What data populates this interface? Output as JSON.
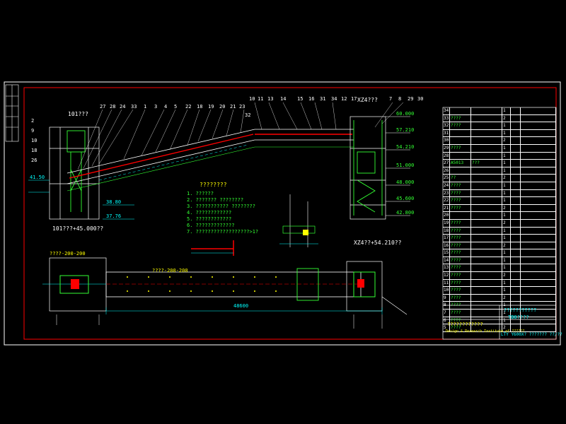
{
  "views": {
    "elevation_title": "101???",
    "plan_title": "101???+45.000??",
    "section_a_title": "XZ4???",
    "section_b_title": "XZ4??+54.210??"
  },
  "part_numbers": {
    "elevation_top": [
      "10",
      "11",
      "13",
      "14",
      "15",
      "16",
      "31",
      "34",
      "12",
      "17",
      "7",
      "8",
      "29",
      "30"
    ],
    "elevation_left_upper": [
      "27",
      "28",
      "24",
      "33",
      "1",
      "3",
      "4",
      "5",
      "22",
      "18",
      "19",
      "20",
      "21",
      "23",
      "32"
    ],
    "elevation_left_side": [
      "2",
      "9",
      "10",
      "18",
      "26"
    ]
  },
  "levels": {
    "left": [
      "41.50",
      "38.80",
      "37.76"
    ],
    "right": [
      "60.000",
      "57.210",
      "54.210",
      "51.000",
      "48.000",
      "45.600",
      "42.800"
    ]
  },
  "notes_title": "????????",
  "notes": [
    "1. ??????",
    "2. ???????  ????????",
    "3. ???????????  ????????",
    "4. ????????????",
    "5. ????????????",
    "6. ?????????????",
    "7. ??????????????????>1?"
  ],
  "dims": {
    "plan_total": "48600",
    "plan_left": "????-200-200",
    "plan_right": "????-200-200"
  },
  "bom_rows": [
    [
      "34",
      "",
      "",
      "1",
      "",
      "",
      ""
    ],
    [
      "33",
      "????",
      "",
      "2",
      "",
      "",
      ""
    ],
    [
      "32",
      "????",
      "",
      "1",
      "",
      "",
      ""
    ],
    [
      "31",
      "",
      "",
      "1",
      "",
      "",
      ""
    ],
    [
      "30",
      "",
      "",
      "2",
      "",
      "",
      ""
    ],
    [
      "29",
      "????",
      "",
      "1",
      "",
      "",
      ""
    ],
    [
      "28",
      "",
      "",
      "1",
      "",
      "",
      ""
    ],
    [
      "27",
      "A5013",
      "???",
      "1",
      "",
      "",
      ""
    ],
    [
      "26",
      "",
      "",
      "1",
      "",
      "",
      ""
    ],
    [
      "25",
      "??",
      "",
      "2",
      "",
      "",
      ""
    ],
    [
      "24",
      "????",
      "",
      "1",
      "",
      "",
      ""
    ],
    [
      "23",
      "????",
      "",
      "1",
      "",
      "",
      ""
    ],
    [
      "22",
      "????",
      "",
      "1",
      "",
      "",
      ""
    ],
    [
      "21",
      "????",
      "",
      "2",
      "",
      "",
      ""
    ],
    [
      "20",
      "",
      "",
      "1",
      "",
      "",
      ""
    ],
    [
      "19",
      "????",
      "",
      "2",
      "",
      "",
      ""
    ],
    [
      "18",
      "????",
      "",
      "1",
      "",
      "",
      ""
    ],
    [
      "17",
      "????",
      "",
      "1",
      "",
      "",
      ""
    ],
    [
      "16",
      "????",
      "",
      "2",
      "",
      "",
      ""
    ],
    [
      "15",
      "????",
      "",
      "1",
      "",
      "",
      ""
    ],
    [
      "14",
      "????",
      "",
      "1",
      "",
      "",
      ""
    ],
    [
      "13",
      "????",
      "",
      "1",
      "",
      "",
      ""
    ],
    [
      "12",
      "????",
      "",
      "2",
      "",
      "",
      ""
    ],
    [
      "11",
      "????",
      "",
      "1",
      "",
      "",
      ""
    ],
    [
      "10",
      "????",
      "",
      "1",
      "",
      "",
      ""
    ],
    [
      "9",
      "????",
      "",
      "2",
      "",
      "",
      ""
    ],
    [
      "8",
      "????",
      "",
      "1",
      "",
      "",
      ""
    ],
    [
      "7",
      "????",
      "",
      "1",
      "",
      "",
      ""
    ],
    [
      "6",
      "????",
      "",
      "1",
      "",
      "",
      ""
    ],
    [
      "5",
      "????",
      "",
      "2",
      "",
      "",
      ""
    ]
  ],
  "title_block": {
    "drawing_title": "???????????",
    "drawing_no": "TB8????",
    "institute_cn": "????????????",
    "institute_en": "Design & Research Institute of ??????",
    "bottom_code": "LTY Y600X? ??????? ??/??"
  },
  "colors": {
    "background": "#000000",
    "frame": "#ff0000",
    "lines": "#ffffff",
    "structure": "#00ff00",
    "dims": "#00ffff",
    "belt": "#ff0000",
    "text_accent": "#ffff00"
  }
}
